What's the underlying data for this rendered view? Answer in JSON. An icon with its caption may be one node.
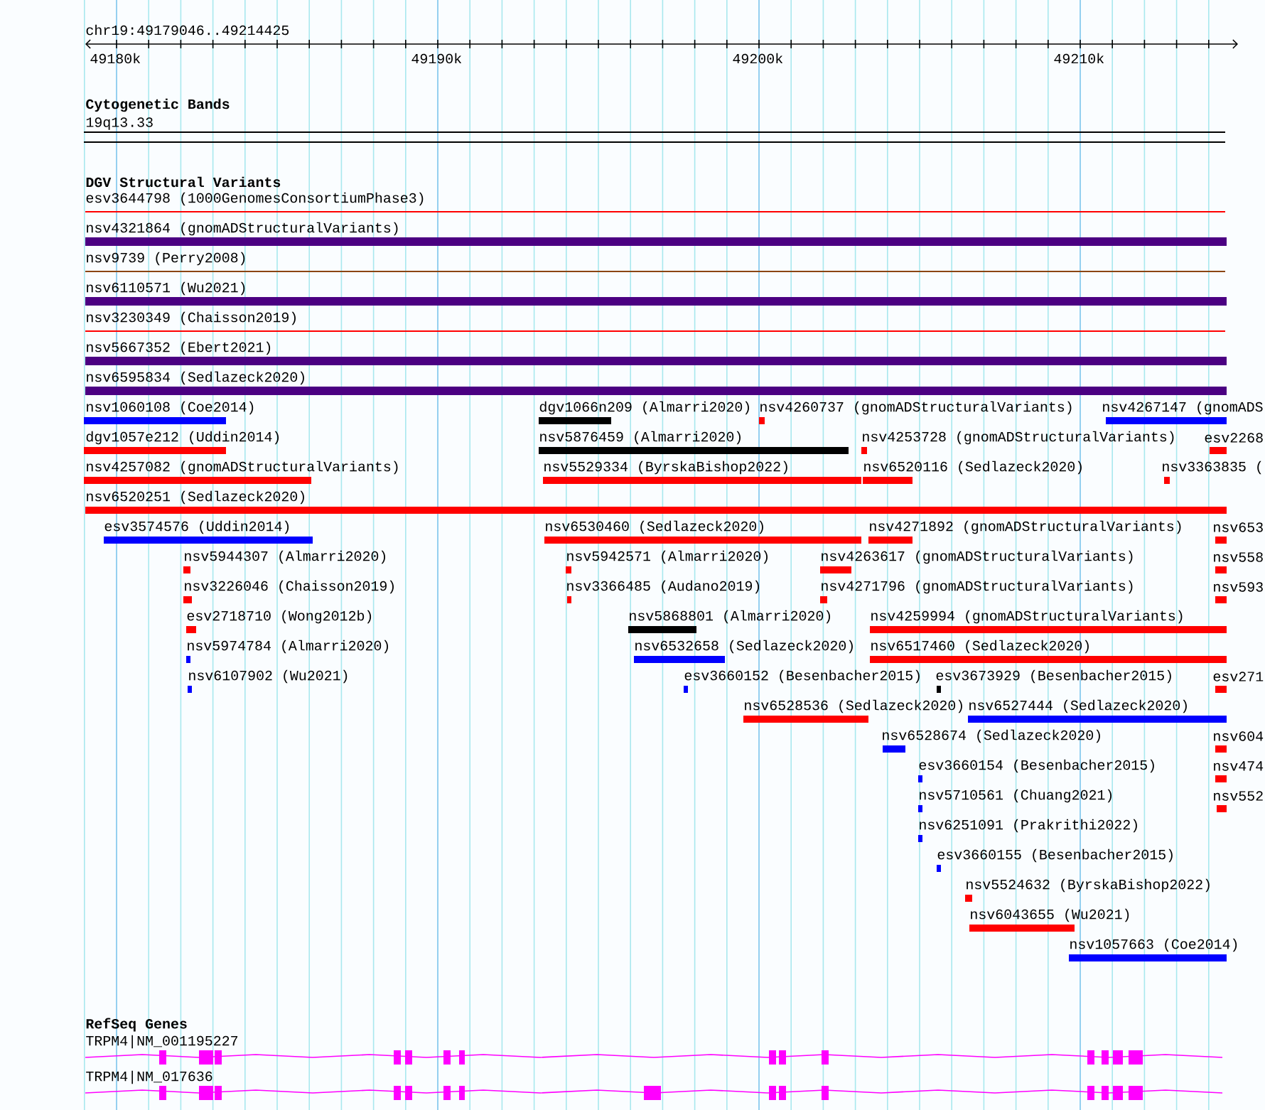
{
  "diagram": {
    "labels": [
      "chr19:49179046..49214425",
      "49180k",
      "49190k",
      "49200k",
      "49210k",
      "Cytogenetic Bands",
      "19q13.33",
      "DGV Structural Variants",
      "esv3644798 (1000GenomesConsortiumPhase3)",
      "nsv4321864 (gnomADStructuralVariants)",
      "nsv9739 (Perry2008)",
      "nsv6110571 (Wu2021)",
      "nsv3230349 (Chaisson2019)",
      "nsv5667352 (Ebert2021)",
      "nsv6595834 (Sedlazeck2020)",
      "nsv1060108 (Coe2014)",
      "dgv1066n209 (Almarri2020)",
      "nsv4260737 (gnomADStructuralVariants)",
      "nsv4267147 (gnomADS",
      "dgv1057e212 (Uddin2014)",
      "nsv5876459 (Almarri2020)",
      "nsv4253728 (gnomADStructuralVariants)",
      "esv2268",
      "nsv4257082 (gnomADStructuralVariants)",
      "nsv5529334 (ByrskaBishop2022)",
      "nsv6520116 (Sedlazeck2020)",
      "nsv3363835 (",
      "nsv6520251 (Sedlazeck2020)",
      "esv3574576 (Uddin2014)",
      "nsv6530460 (Sedlazeck2020)",
      "nsv4271892 (gnomADStructuralVariants)",
      "nsv653",
      "nsv5944307 (Almarri2020)",
      "nsv5942571 (Almarri2020)",
      "nsv4263617 (gnomADStructuralVariants)",
      "nsv558",
      "nsv3226046 (Chaisson2019)",
      "nsv3366485 (Audano2019)",
      "nsv4271796 (gnomADStructuralVariants)",
      "nsv593",
      "esv2718710 (Wong2012b)",
      "nsv5868801 (Almarri2020)",
      "nsv4259994 (gnomADStructuralVariants)",
      "nsv5974784 (Almarri2020)",
      "nsv6532658 (Sedlazeck2020)",
      "nsv6517460 (Sedlazeck2020)",
      "nsv6107902 (Wu2021)",
      "esv3660152 (Besenbacher2015)",
      "esv3673929 (Besenbacher2015)",
      "esv271",
      "nsv6528536 (Sedlazeck2020)",
      "nsv6527444 (Sedlazeck2020)",
      "nsv6528674 (Sedlazeck2020)",
      "nsv604",
      "esv3660154 (Besenbacher2015)",
      "nsv474",
      "nsv5710561 (Chuang2021)",
      "nsv552",
      "nsv6251091 (Prakrithi2022)",
      "esv3660155 (Besenbacher2015)",
      "nsv5524632 (ByrskaBishop2022)",
      "nsv6043655 (Wu2021)",
      "nsv1057663 (Coe2014)",
      "RefSeq Genes",
      "TRPM4|NM_001195227",
      "TRPM4|NM_017636"
    ]
  }
}
